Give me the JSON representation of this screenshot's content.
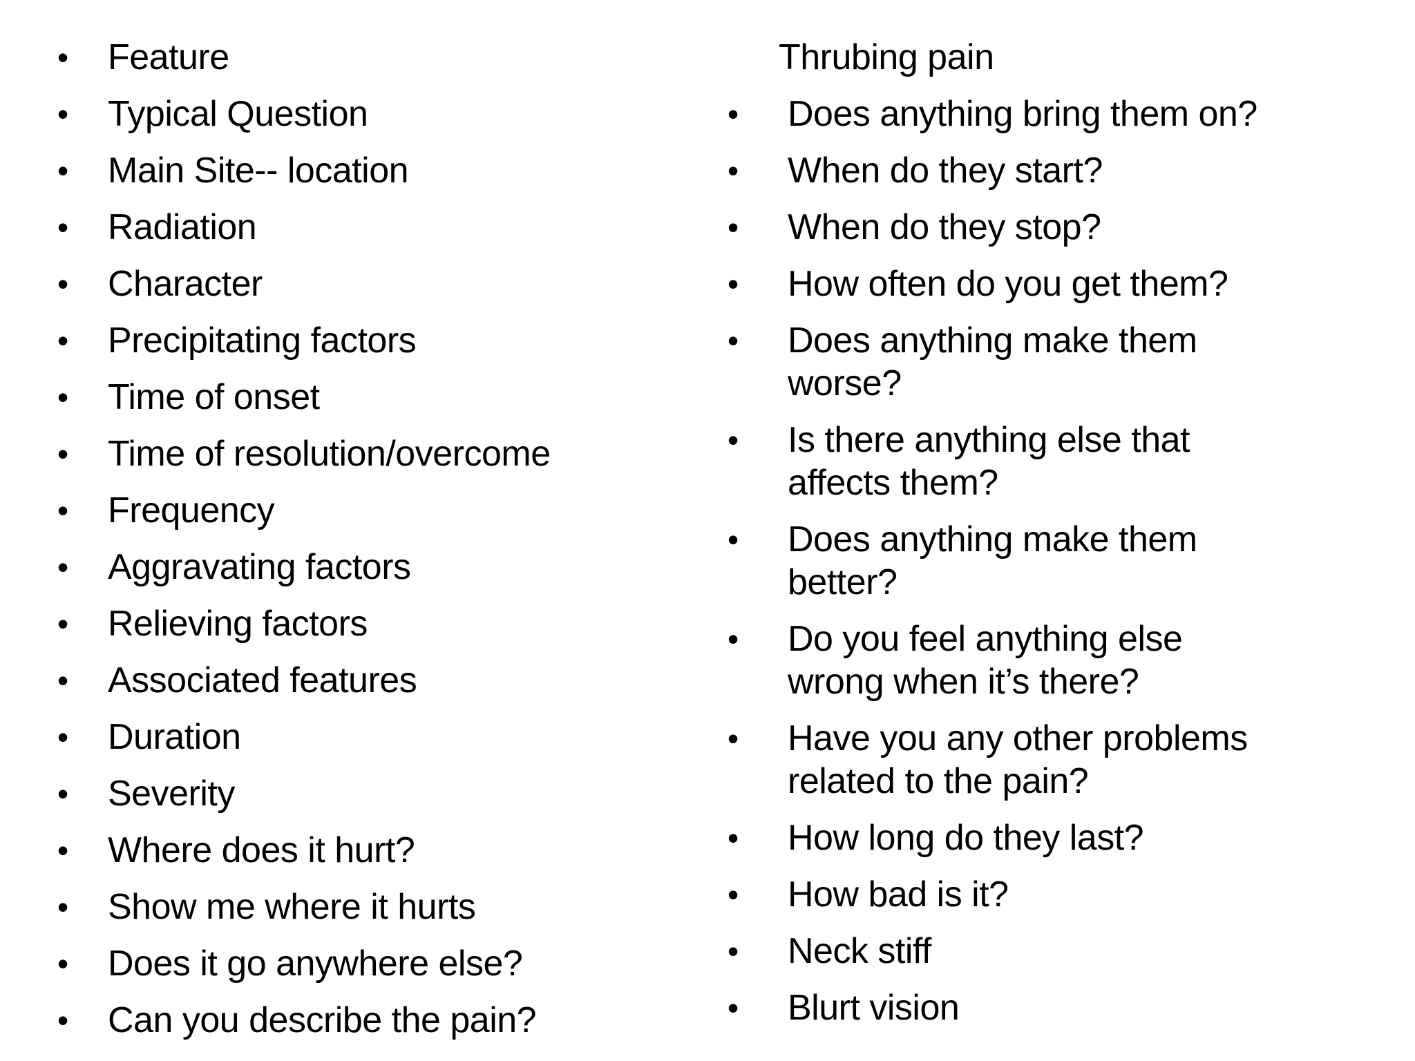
{
  "page": {
    "background_color": "#ffffff",
    "text_color": "#000000"
  },
  "icons": {
    "bullet": "•"
  },
  "left_column": {
    "items": [
      "Feature",
      "Typical Question",
      "Main Site-- location",
      "Radiation",
      "Character",
      "Precipitating factors",
      "Time of onset",
      "Time of resolution/overcome",
      "Frequency",
      "Aggravating factors",
      "Relieving factors",
      "Associated features",
      "Duration",
      "Severity",
      "Where does it hurt?",
      "Show me where it hurts",
      "Does it go anywhere else?",
      "Can you describe the pain?"
    ]
  },
  "right_column": {
    "header": "Thrubing pain",
    "items": [
      "Does anything bring them on?",
      "When do they start?",
      "When do they stop?",
      "How often do you get them?",
      "Does anything make them\nworse?",
      "Is there anything else that\naffects them?",
      "Does anything make them\nbetter?",
      "Do you feel anything else\nwrong when it’s there?",
      "Have you any other problems\nrelated to the pain?",
      "How long do they last?",
      "How bad is it?",
      "Neck stiff",
      "Blurt vision"
    ]
  }
}
